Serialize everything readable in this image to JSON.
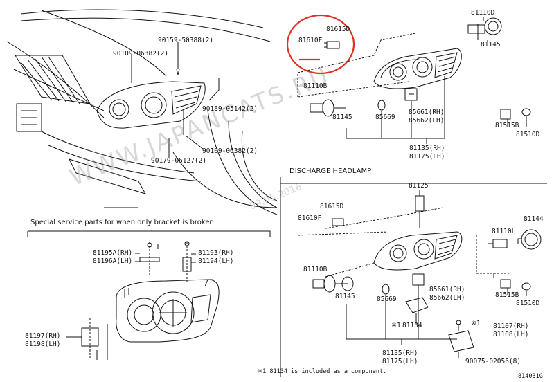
{
  "colors": {
    "line": "#111111",
    "highlight": "#e0301e",
    "watermark": "#8c8c8c"
  },
  "watermark": {
    "site": "WWW.JAPANCATS.RU",
    "date": "09.05.2016"
  },
  "section_titles": {
    "discharge": "DISCHARGE HEADLAMP",
    "special": "Special service parts for when only bracket is broken"
  },
  "labels": {
    "p90159_50388": "90159-50388(2)",
    "p90109_06382_a": "90109-06382(2)",
    "p90189_05142": "90189-05142(2)",
    "p90109_06382_b": "90109-06382(2)",
    "p90179_06127": "90179-06127(2)",
    "p81615D_top": "81615D",
    "p81610F_top": "81610F",
    "p81110D": "81110D",
    "p81145_top_right": "81145",
    "p81110B_top": "81110B",
    "p81145_top_left": "81145",
    "p85669_top": "85669",
    "p85661_top": "85661(RH)",
    "p85662_top": "85662(LH)",
    "p81515B_top": "81515B",
    "p81510D_top": "81510D",
    "p81135_top": "81135(RH)",
    "p81175_top": "81175(LH)",
    "p81125": "81125",
    "p81615D_bot": "81615D",
    "p81610F_bot": "81610F",
    "p81144": "81144",
    "p81110L": "81110L",
    "p81110B_bot": "81110B",
    "p81145_bot": "81145",
    "p85669_bot": "85669",
    "p85661_bot": "85661(RH)",
    "p85662_bot": "85662(LH)",
    "p81515B_bot": "81515B",
    "p81510D_bot": "81510D",
    "p81134": "81134",
    "p81107": "81107(RH)",
    "p81108": "81108(LH)",
    "p81135_bot": "81135(RH)",
    "p81175_bot": "81175(LH)",
    "p90075": "90075-02056(8)",
    "p81195A": "81195A(RH)",
    "p81196A": "81196A(LH)",
    "p81193": "81193(RH)",
    "p81194": "81194(LH)",
    "p81197": "81197(RH)",
    "p81198": "81198(LH)",
    "mark_81134": "※1",
    "mark_81107": "※1"
  },
  "footnote": "※1  81134 is included as a component.",
  "diagram_code": "814031G"
}
